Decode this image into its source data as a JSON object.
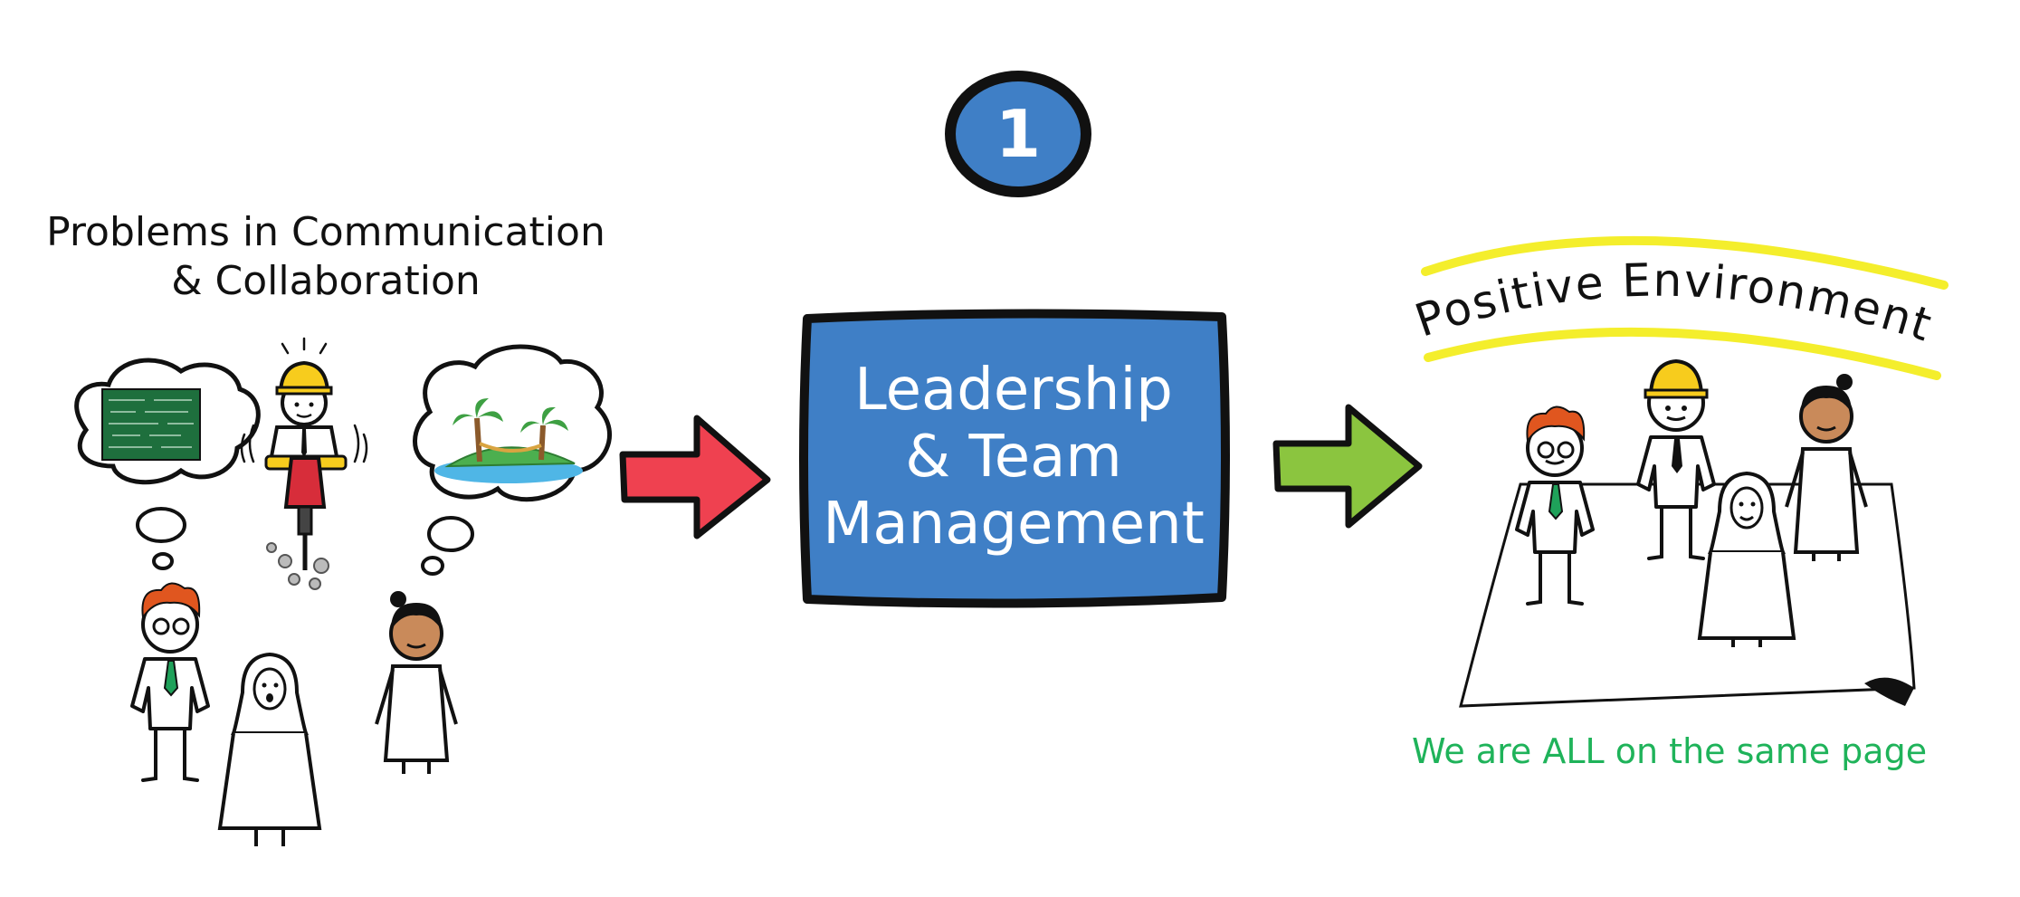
{
  "step": {
    "number": "1"
  },
  "left_panel": {
    "title_line1": "Problems in Communication",
    "title_line2": "& Collaboration"
  },
  "center_box": {
    "line1": "Leadership",
    "line2": "& Team",
    "line3": "Management"
  },
  "right_panel": {
    "arc_title": "Positive Environment",
    "caption": "We are ALL on the same page"
  },
  "colors": {
    "step_circle": "#3f7fc6",
    "center_box": "#3f7fc6",
    "left_arrow": "#ef4150",
    "right_arrow": "#8bc53f",
    "arc_lines": "#f4ee2c",
    "caption": "#1fb35a",
    "tie": "#1fa15a",
    "hard_hat": "#f7cc1d",
    "hair_orange": "#e0561f",
    "jackhammer": "#d72d3a",
    "chalkboard": "#1e6f3d",
    "island_grass": "#4caf4f",
    "island_water": "#4fb6e6"
  },
  "icons": [
    "thought-bubble-chalkboard-icon",
    "worker-jackhammer-icon",
    "thought-bubble-island-icon",
    "person-icon",
    "paper-sheet-icon"
  ]
}
